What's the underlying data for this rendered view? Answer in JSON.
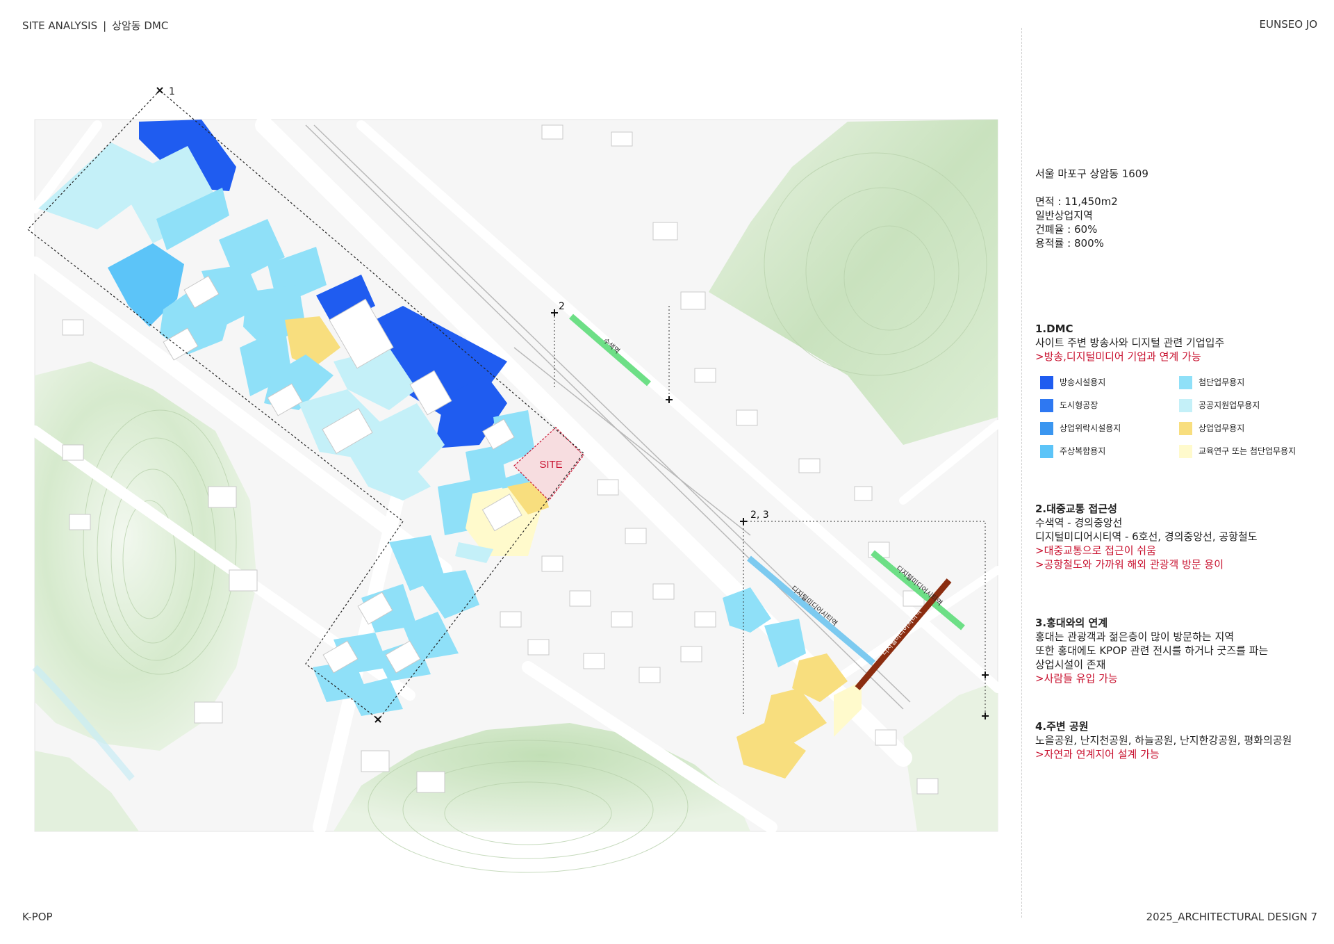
{
  "header": {
    "left_title": "SITE ANALYSIS",
    "left_separator": "|",
    "left_subtitle": "상암동 DMC",
    "right": "EUNSEO JO"
  },
  "footer": {
    "left": "K-POP",
    "right": "2025_ARCHITECTURAL DESIGN 7"
  },
  "map": {
    "site_label": "SITE",
    "markers": [
      "1",
      "2",
      "2, 3"
    ],
    "station_labels": {
      "susaek": "수색역",
      "dmc_a": "디지털미디어시티역",
      "dmc_b": "디지털미디어시티역",
      "dmc_c": "디지털미디어시티역"
    }
  },
  "info": {
    "address": "서울 마포구 상암동 1609",
    "specs": [
      "면적 : 11,450m2",
      "일반상업지역",
      "건폐율 : 60%",
      "용적률 : 800%"
    ]
  },
  "sections": {
    "dmc": {
      "title": "1.DMC",
      "lines": [
        "사이트 주변 방송사와 디지털 관련 기업입주"
      ],
      "highlight": [
        ">방송,디지털미디어 기업과 연계 가능"
      ]
    },
    "transit": {
      "title": "2.대중교통 접근성",
      "lines": [
        "수색역 - 경의중앙선",
        "디지털미디어시티역 - 6호선, 경의중앙선, 공항철도"
      ],
      "highlight": [
        ">대중교통으로 접근이 쉬움",
        ">공항철도와 가까워 해외 관광객 방문 용이"
      ]
    },
    "hongdae": {
      "title": "3.홍대와의 연계",
      "lines": [
        "홍대는 관광객과 젊은층이 많이 방문하는 지역",
        "또한 홍대에도 KPOP 관련 전시를 하거나 굿즈를 파는",
        "상업시설이 존재"
      ],
      "highlight": [
        ">사람들 유입 가능"
      ]
    },
    "parks": {
      "title": "4.주변 공원",
      "lines": [
        "노을공원, 난지천공원, 하늘공원, 난지한강공원, 평화의공원"
      ],
      "highlight": [
        ">자연과 연계지어 설계 가능"
      ]
    }
  },
  "legend": [
    {
      "label": "방송시설용지",
      "color": "#1f5cf0"
    },
    {
      "label": "첨단업무용지",
      "color": "#8fe0f8"
    },
    {
      "label": "도시형공장",
      "color": "#2e78f2"
    },
    {
      "label": "공공지원업무용지",
      "color": "#c4f0f8"
    },
    {
      "label": "상업위락시설용지",
      "color": "#3a96f0"
    },
    {
      "label": "상업업무용지",
      "color": "#f8de7e"
    },
    {
      "label": "주상복합용지",
      "color": "#5cc4f8"
    },
    {
      "label": "교육연구 또는 첨단업무용지",
      "color": "#fffacc"
    }
  ],
  "colors": {
    "site_fill": "#f7dde0",
    "site_label": "#c8102e",
    "accent_red": "#c8102e",
    "park_green": "#cfe6c6",
    "rail_green": "#6ddf86",
    "rail_blue": "#7ccaf0",
    "rail_brown": "#8b2d10"
  }
}
